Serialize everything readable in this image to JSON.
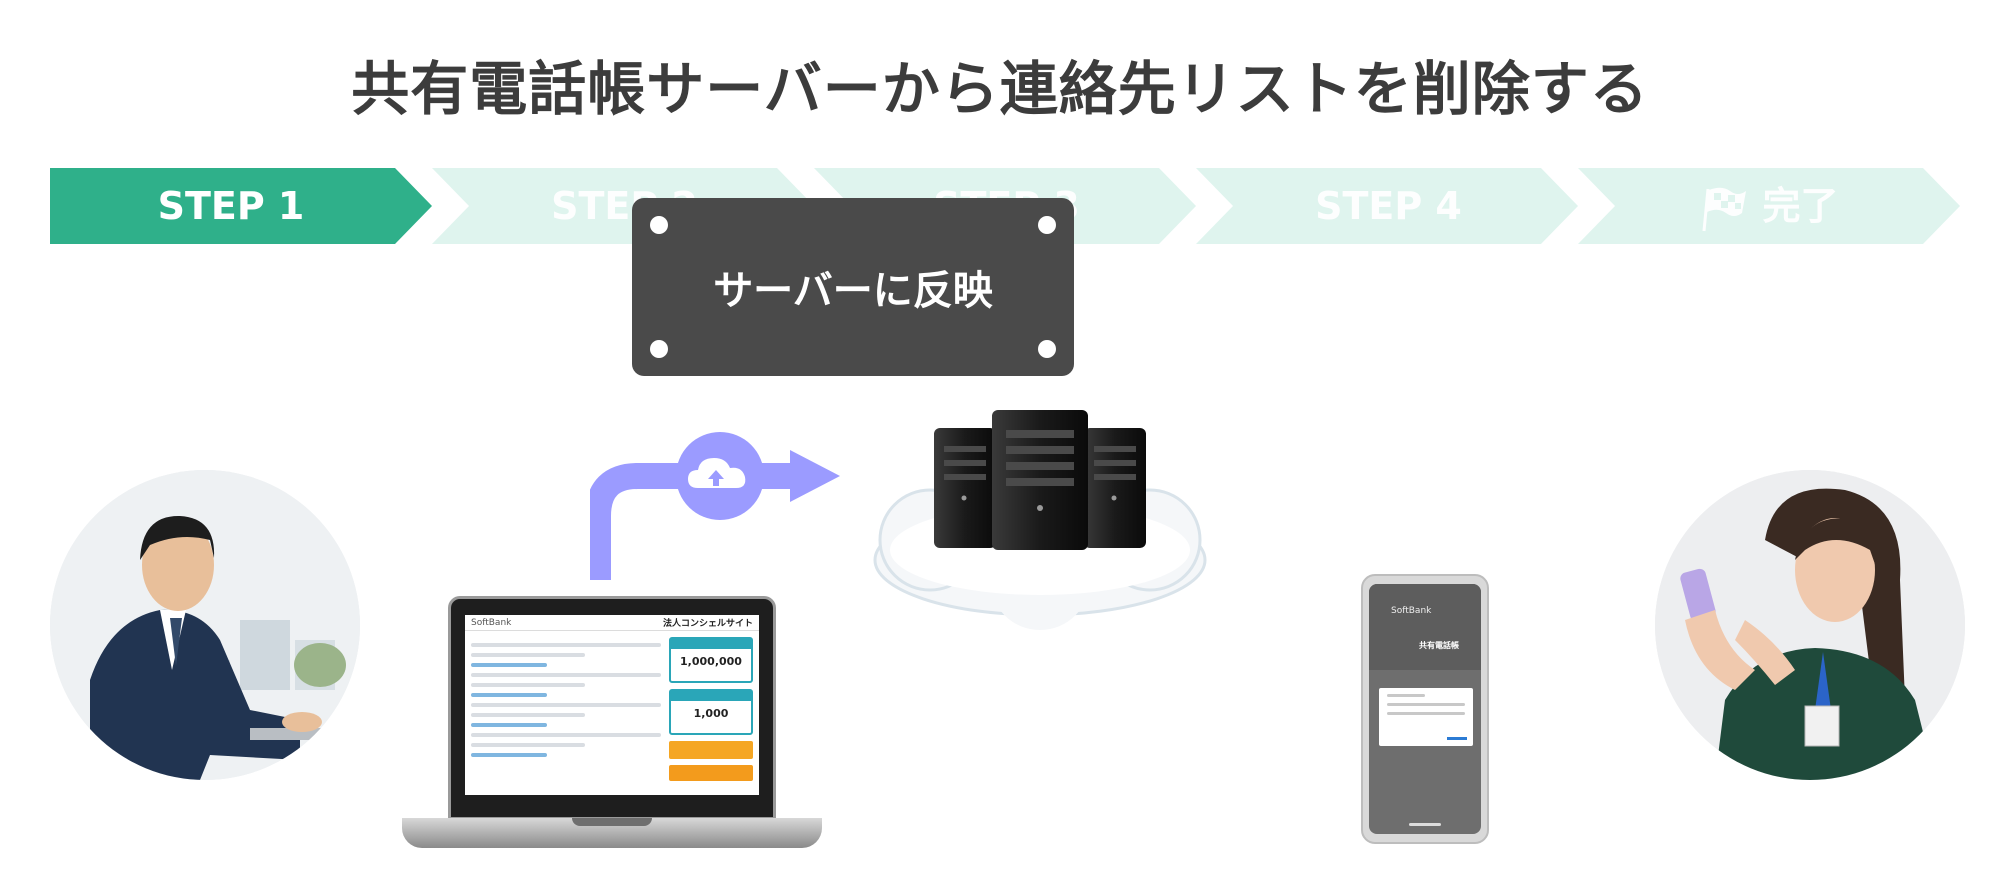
{
  "title": "共有電話帳サーバーから連絡先リストを削除する",
  "steps": [
    {
      "label": "STEP 1",
      "active": true
    },
    {
      "label": "STEP 2",
      "active": false
    },
    {
      "label": "STEP 3",
      "active": false
    },
    {
      "label": "STEP 4",
      "active": false
    },
    {
      "label": "完了",
      "active": false,
      "icon": "checkered-flag-icon"
    }
  ],
  "callout": {
    "label": "サーバーに反映"
  },
  "laptop_screen": {
    "brand": "SoftBank",
    "site_title": "法人コンシェルサイト",
    "stat1": "1,000,000",
    "stat2": "1,000"
  },
  "phone_screen": {
    "brand": "SoftBank",
    "app_title": "共有電話帳"
  },
  "icons": {
    "upload": "cloud-upload-icon",
    "server": "server-icon",
    "cloud": "cloud-icon",
    "arrow": "arrow-right-icon"
  },
  "colors": {
    "active_step": "#2fb08a",
    "inactive_step": "#dff4ee",
    "callout_bg": "#4a4a4a",
    "upload_arrow": "#9b9bff",
    "title_text": "#3c3c3c"
  }
}
